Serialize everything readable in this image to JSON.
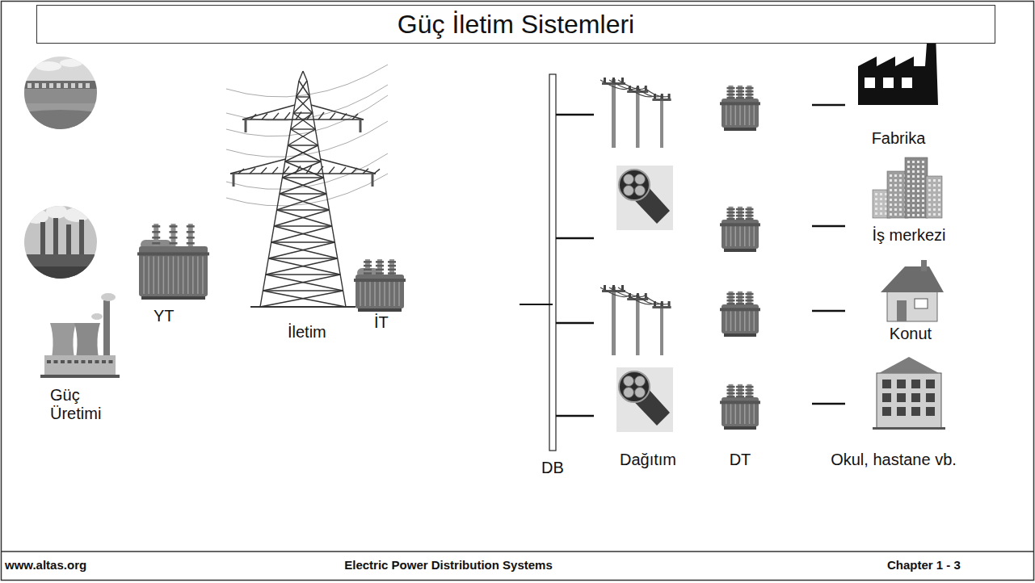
{
  "diagram": {
    "title": "Güç İletim Sistemleri",
    "labels": [
      "Güç Üretimi",
      "YT",
      "İletim",
      "İT",
      "DB",
      "Dağıtım",
      "DT",
      "Fabrika",
      "İş merkezi",
      "Konut",
      "Okul, hastane vb.",
      "www.altas.org",
      "Electric Power Distribution Systems",
      "Chapter 1 - 3"
    ]
  }
}
